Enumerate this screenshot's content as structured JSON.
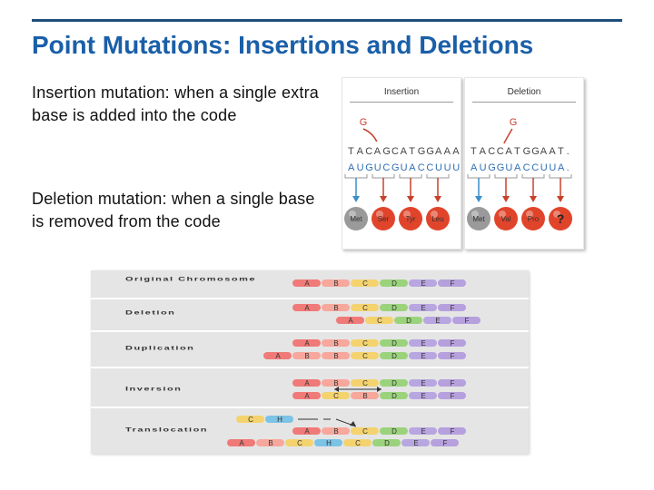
{
  "slide": {
    "title": "Point Mutations: Insertions and Deletions",
    "bullets": [
      "Insertion mutation: when a single extra base is added into the code",
      "Deletion mutation: when a single base is removed from the code"
    ]
  },
  "insertion_panel": {
    "title": "Insertion",
    "inserted_base": "G",
    "dna": [
      "T",
      "A",
      "C",
      "A",
      "G",
      "C",
      "A",
      "T",
      "G",
      "G",
      "A",
      "A",
      "A"
    ],
    "mrna": [
      "A",
      "U",
      "G",
      "U",
      "C",
      "G",
      "U",
      "A",
      "C",
      "C",
      "U",
      "U",
      "U"
    ],
    "amino_acids": [
      "Met",
      "Ser",
      "Tyr",
      "Leu"
    ],
    "amino_colors": [
      "#9a9a9a",
      "#e0452b",
      "#e0452b",
      "#e0452b"
    ]
  },
  "deletion_panel": {
    "title": "Deletion",
    "deleted_base": "G",
    "dna": [
      "T",
      "A",
      "C",
      "C",
      "A",
      "T",
      "G",
      "G",
      "A",
      "A",
      "T",
      "."
    ],
    "mrna": [
      "A",
      "U",
      "G",
      "G",
      "U",
      "A",
      "C",
      "C",
      "U",
      "U",
      "A",
      "."
    ],
    "amino_acids": [
      "Met",
      "Val",
      "Pro",
      "?"
    ],
    "amino_colors": [
      "#9a9a9a",
      "#e0452b",
      "#e0452b",
      "#e0452b"
    ]
  },
  "chromosome_figure": {
    "rows": [
      {
        "label": "Original Chromosome"
      },
      {
        "label": "Deletion"
      },
      {
        "label": "Duplication"
      },
      {
        "label": "Inversion"
      },
      {
        "label": "Translocation"
      }
    ],
    "chromosomes": [
      [
        "A",
        "B",
        "C",
        "D",
        "E",
        "F"
      ],
      [
        "A",
        "B",
        "C",
        "D",
        "E",
        "F"
      ],
      [
        "A",
        "C",
        "D",
        "E",
        "F"
      ],
      [
        "A",
        "B",
        "C",
        "D",
        "E",
        "F"
      ],
      [
        "A",
        "B",
        "B",
        "C",
        "D",
        "E",
        "F"
      ],
      [
        "A",
        "B",
        "C",
        "D",
        "E",
        "F"
      ],
      [
        "A",
        "C",
        "B",
        "D",
        "E",
        "F"
      ],
      [
        "C",
        "H"
      ],
      [
        "A",
        "B",
        "C",
        "D",
        "E",
        "F"
      ],
      [
        "A",
        "B",
        "C",
        "H",
        "C",
        "D",
        "E",
        "F"
      ]
    ],
    "colors": {
      "A": "#f07a78",
      "B": "#f7a79c",
      "C": "#f4d36f",
      "D": "#9bd37c",
      "E": "#b8a6e0",
      "F": "#b6a0dd",
      "H": "#7cc3e6"
    }
  }
}
